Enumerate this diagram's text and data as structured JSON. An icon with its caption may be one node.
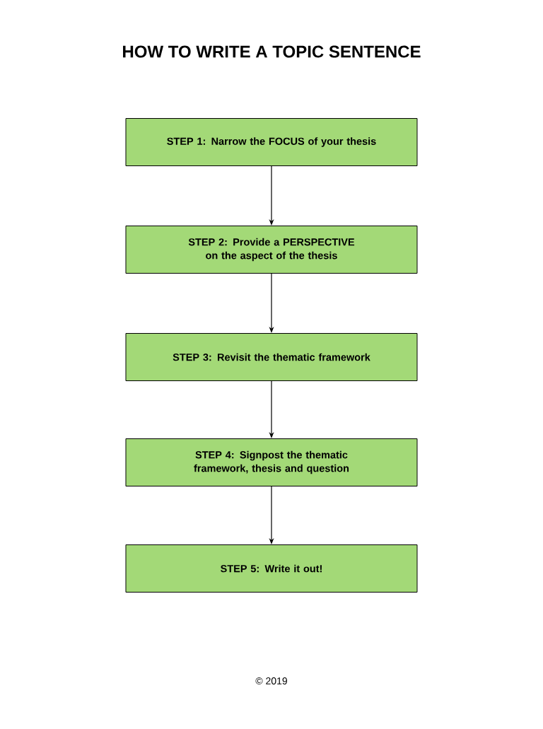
{
  "diagram": {
    "title": "HOW TO WRITE A TOPIC SENTENCE",
    "nodes": [
      {
        "text": [
          "STEP 1: Narrow the FOCUS of your thesis"
        ]
      },
      {
        "text": [
          "STEP 2: Provide a PERSPECTIVE on the aspect of the thesis"
        ]
      },
      {
        "text": [
          "STEP 3: Revisit the thematic framework"
        ]
      },
      {
        "text": [
          "STEP 4: Signpost the thematic framework, thesis and question"
        ]
      },
      {
        "text": [
          "STEP 5: Write it out!"
        ]
      }
    ],
    "edges": [
      {
        "from": 0,
        "to": 1,
        "arrow": "to"
      },
      {
        "from": 1,
        "to": 2,
        "arrow": "to"
      },
      {
        "from": 2,
        "to": 3,
        "arrow": "to"
      },
      {
        "from": 3,
        "to": 4,
        "arrow": "to"
      }
    ],
    "labels": [
      "© 2019"
    ]
  }
}
